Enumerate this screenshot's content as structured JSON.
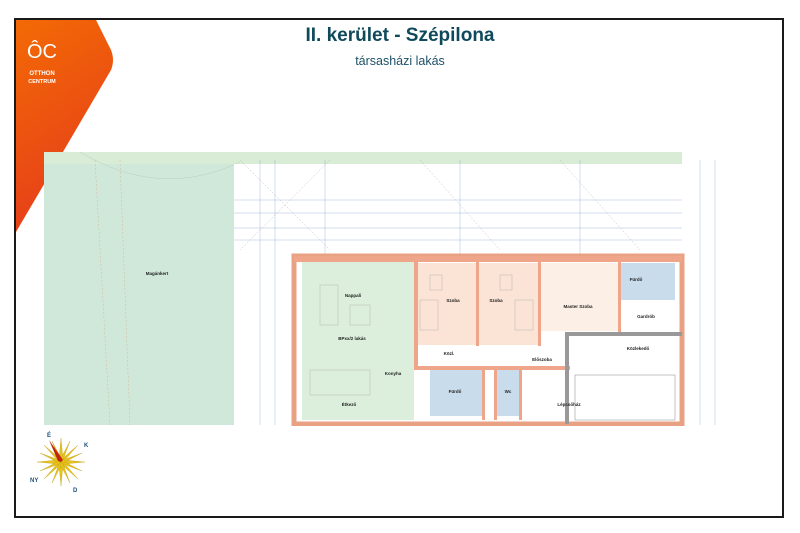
{
  "header": {
    "title": "II. kerület - Szépilona",
    "subtitle": "társasházi lakás"
  },
  "logo": {
    "mark": "ÔC",
    "line1": "OTTHON",
    "line2": "CENTRUM",
    "color": "#f0600f"
  },
  "floorplan": {
    "rooms": [
      {
        "label": "Magánkert"
      },
      {
        "label": "Nappali"
      },
      {
        "label": "BPxx/2 lakás"
      },
      {
        "label": "Szoba"
      },
      {
        "label": "Szoba"
      },
      {
        "label": "Master Szoba"
      },
      {
        "label": "Fürdő"
      },
      {
        "label": "Gardrób"
      },
      {
        "label": "Közl."
      },
      {
        "label": "Előszoba"
      },
      {
        "label": "Közlekedő"
      },
      {
        "label": "Konyha"
      },
      {
        "label": "Étkező"
      },
      {
        "label": "Fürdő"
      },
      {
        "label": "Wc"
      },
      {
        "label": "Lépcsőház"
      }
    ]
  },
  "compass": {
    "n": "É",
    "e": "K",
    "s": "D",
    "w": "NY"
  }
}
